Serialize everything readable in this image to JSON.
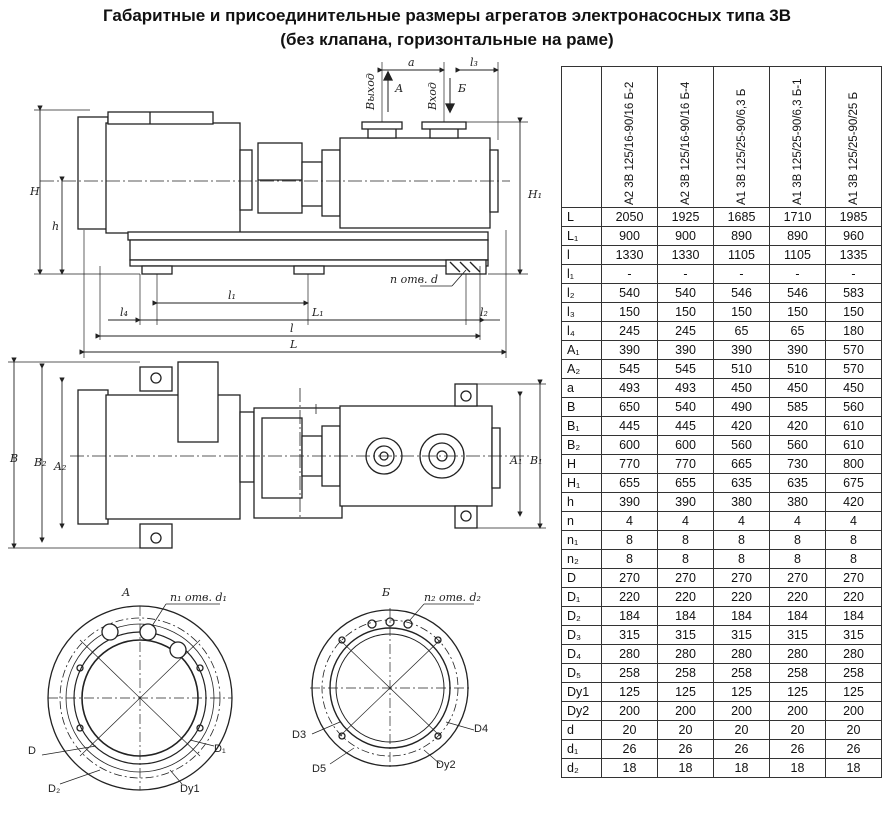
{
  "title_line1": "Габаритные и присоединительные размеры  агрегатов электронасосных типа 3В",
  "title_line2": "(без клапана, горизонтальные на раме)",
  "labels": {
    "view_a": "А",
    "view_b": "Б",
    "outlet": "Выход",
    "inlet": "Вход",
    "n_holes_d": "n отв. d",
    "n1_holes_d1": "n₁ отв. d₁",
    "n2_holes_d2": "n₂ отв. d₂",
    "H": "H",
    "h": "h",
    "H1": "H₁",
    "a": "a",
    "l3": "l₃",
    "l1": "l₁",
    "L1": "L₁",
    "l4": "l₄",
    "l2": "l₂",
    "l": "l",
    "L": "L",
    "B": "B",
    "B2": "B₂",
    "A2": "A₂",
    "A1": "A₁",
    "B1": "B₁",
    "D": "D",
    "D1": "D₁",
    "D2": "D₂",
    "Dy1": "Dу1",
    "D3": "D3",
    "D4": "D4",
    "D5": "D5",
    "Dy2": "Dу2"
  },
  "table": {
    "models": [
      "А2 3В 125/16-90/16 Б-2",
      "А2 3В 125/16-90/16 Б-4",
      "А1 3В 125/25-90/6,3 Б",
      "А1 3В 125/25-90/6,3 Б-1",
      "А1 3В 125/25-90/25 Б"
    ],
    "rows": [
      {
        "name": "L",
        "values": [
          "2050",
          "1925",
          "1685",
          "1710",
          "1985"
        ]
      },
      {
        "name": "L₁",
        "values": [
          "900",
          "900",
          "890",
          "890",
          "960"
        ]
      },
      {
        "name": "l",
        "values": [
          "1330",
          "1330",
          "1105",
          "1105",
          "1335"
        ]
      },
      {
        "name": "l₁",
        "values": [
          "-",
          "-",
          "-",
          "-",
          "-"
        ]
      },
      {
        "name": "l₂",
        "values": [
          "540",
          "540",
          "546",
          "546",
          "583"
        ]
      },
      {
        "name": "l₃",
        "values": [
          "150",
          "150",
          "150",
          "150",
          "150"
        ]
      },
      {
        "name": "l₄",
        "values": [
          "245",
          "245",
          "65",
          "65",
          "180"
        ]
      },
      {
        "name": "A₁",
        "values": [
          "390",
          "390",
          "390",
          "390",
          "570"
        ]
      },
      {
        "name": "A₂",
        "values": [
          "545",
          "545",
          "510",
          "510",
          "570"
        ]
      },
      {
        "name": "a",
        "values": [
          "493",
          "493",
          "450",
          "450",
          "450"
        ]
      },
      {
        "name": "B",
        "values": [
          "650",
          "540",
          "490",
          "585",
          "560"
        ]
      },
      {
        "name": "B₁",
        "values": [
          "445",
          "445",
          "420",
          "420",
          "610"
        ]
      },
      {
        "name": "B₂",
        "values": [
          "600",
          "600",
          "560",
          "560",
          "610"
        ]
      },
      {
        "name": "H",
        "values": [
          "770",
          "770",
          "665",
          "730",
          "800"
        ]
      },
      {
        "name": "H₁",
        "values": [
          "655",
          "655",
          "635",
          "635",
          "675"
        ]
      },
      {
        "name": "h",
        "values": [
          "390",
          "390",
          "380",
          "380",
          "420"
        ]
      },
      {
        "name": "n",
        "values": [
          "4",
          "4",
          "4",
          "4",
          "4"
        ]
      },
      {
        "name": "n₁",
        "values": [
          "8",
          "8",
          "8",
          "8",
          "8"
        ]
      },
      {
        "name": "n₂",
        "values": [
          "8",
          "8",
          "8",
          "8",
          "8"
        ]
      },
      {
        "name": "D",
        "values": [
          "270",
          "270",
          "270",
          "270",
          "270"
        ]
      },
      {
        "name": "D₁",
        "values": [
          "220",
          "220",
          "220",
          "220",
          "220"
        ]
      },
      {
        "name": "D₂",
        "values": [
          "184",
          "184",
          "184",
          "184",
          "184"
        ]
      },
      {
        "name": "D₃",
        "values": [
          "315",
          "315",
          "315",
          "315",
          "315"
        ]
      },
      {
        "name": "D₄",
        "values": [
          "280",
          "280",
          "280",
          "280",
          "280"
        ]
      },
      {
        "name": "D₅",
        "values": [
          "258",
          "258",
          "258",
          "258",
          "258"
        ]
      },
      {
        "name": "Dу1",
        "values": [
          "125",
          "125",
          "125",
          "125",
          "125"
        ]
      },
      {
        "name": "Dу2",
        "values": [
          "200",
          "200",
          "200",
          "200",
          "200"
        ]
      },
      {
        "name": "d",
        "values": [
          "20",
          "20",
          "20",
          "20",
          "20"
        ]
      },
      {
        "name": "d₁",
        "values": [
          "26",
          "26",
          "26",
          "26",
          "26"
        ]
      },
      {
        "name": "d₂",
        "values": [
          "18",
          "18",
          "18",
          "18",
          "18"
        ]
      }
    ]
  }
}
